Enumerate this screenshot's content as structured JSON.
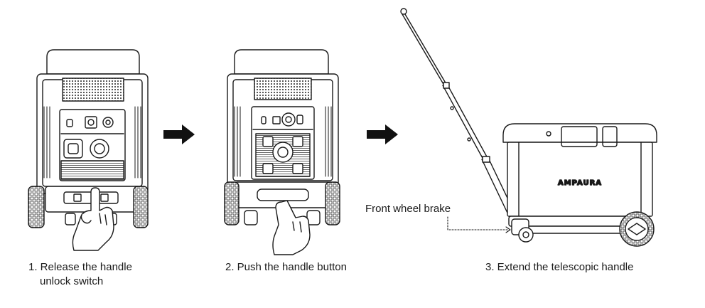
{
  "steps": [
    {
      "label_line1": "1. Release the handle",
      "label_line2": "unlock switch"
    },
    {
      "label_line1": "2. Push the handle button"
    },
    {
      "label_line1": "3. Extend the telescopic handle"
    }
  ],
  "callouts": {
    "front_wheel_brake": "Front wheel brake"
  },
  "product": {
    "brand": "AMPAURA"
  },
  "icons": [
    "arrow-right-icon",
    "hand-pointer-icon"
  ]
}
